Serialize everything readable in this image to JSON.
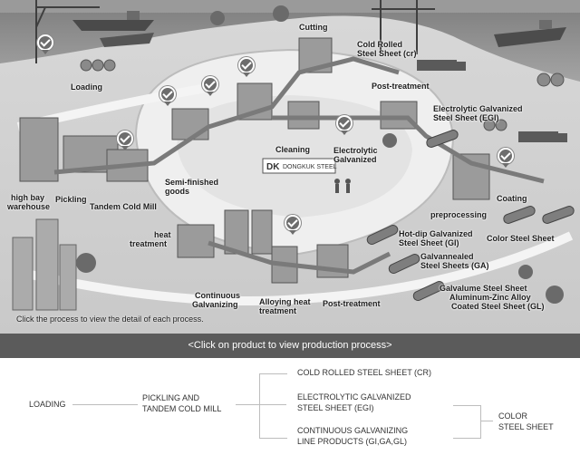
{
  "illustration": {
    "company_sign": "DONGKUK STEEL",
    "company_mark": "DK",
    "hint": "Click the process to view the detail of each process.",
    "labels": {
      "loading": "Loading",
      "cutting": "Cutting",
      "cold_rolled_1": "Cold Rolled",
      "cold_rolled_2": "Steel Sheet (cr)",
      "post_treatment_top": "Post-treatment",
      "egi_1": "Electrolytic Galvanized",
      "egi_2": "Steel Sheet (EGI)",
      "cleaning": "Cleaning",
      "electrolytic_1": "Electrolytic",
      "electrolytic_2": "Galvanized",
      "semi_finished_1": "Semi-finished",
      "semi_finished_2": "goods",
      "high_bay_1": "high bay",
      "high_bay_2": "warehouse",
      "pickling": "Pickling",
      "tandem_cold_mill": "Tandem Cold Mill",
      "coating": "Coating",
      "preprocessing": "preprocessing",
      "color_steel_sheet": "Color Steel Sheet",
      "heat_treatment_1": "heat",
      "heat_treatment_2": "treatment",
      "gi_1": "Hot-dip Galvanized",
      "gi_2": "Steel Sheet (GI)",
      "ga_1": "Galvannealed",
      "ga_2": "Steel Sheets (GA)",
      "gl_1": "Galvalume Steel Sheet",
      "gl_2": "Aluminum-Zinc Alloy",
      "gl_3": "Coated Steel Sheet (GL)",
      "continuous_1": "Continuous",
      "continuous_2": "Galvanizing",
      "alloying_1": "Alloying heat",
      "alloying_2": "treatment",
      "post_treatment_bottom": "Post-treatment"
    }
  },
  "banner": "<Click on product to view production process>",
  "flow": {
    "loading": "LOADING",
    "pickling_1": "PICKLING AND",
    "pickling_2": "TANDEM COLD MILL",
    "cr": "COLD ROLLED STEEL SHEET (CR)",
    "egi_1": "ELECTROLYTIC GALVANIZED",
    "egi_2": "STEEL SHEET (EGI)",
    "cgl_1": "CONTINUOUS GALVANIZING",
    "cgl_2": "LINE PRODUCTS (GI,GA,GL)",
    "color_1": "COLOR",
    "color_2": "STEEL SHEET"
  }
}
